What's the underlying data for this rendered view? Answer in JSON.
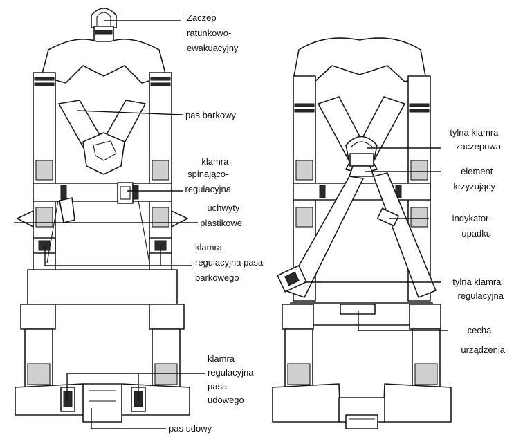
{
  "labels": {
    "zaczep": [
      "Zaczep",
      "ratunkowo-",
      "ewakuacyjny"
    ],
    "pas_barkowy": [
      "pas barkowy"
    ],
    "klamra_spinajaco": [
      "klamra",
      "spinająco-",
      "regulacyjna"
    ],
    "uchwyty": [
      "uchwyty",
      "plastikowe"
    ],
    "klamra_reg_barkowego": [
      "klamra",
      "regulacyjna pasa",
      "barkowego"
    ],
    "klamra_reg_udowego": [
      "klamra",
      "regulacyjna",
      "pasa",
      "udowego"
    ],
    "pas_udowy": [
      "pas udowy"
    ],
    "tylna_klamra_zaczepowa": [
      "tylna klamra",
      "zaczepowa"
    ],
    "element_krzyzujacy": [
      "element",
      "krzyżujący"
    ],
    "indykator": [
      "indykator",
      "upadku"
    ],
    "tylna_klamra_regulacyjna": [
      "tylna klamra",
      "regulacyjna"
    ],
    "cecha": [
      "cecha",
      "urządzenia"
    ]
  },
  "colors": {
    "ink": "#1a1a1a",
    "pad": "#cfcfcf",
    "paper": "#ffffff"
  }
}
